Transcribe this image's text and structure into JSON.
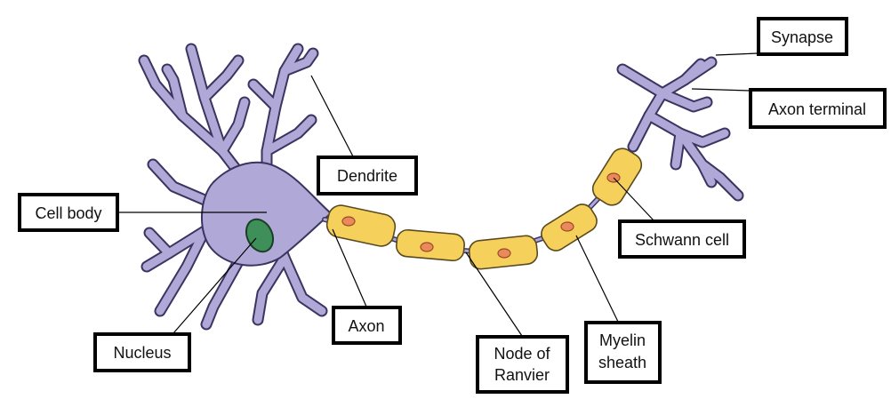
{
  "labels": {
    "synapse": "Synapse",
    "axon_terminal": "Axon terminal",
    "dendrite": "Dendrite",
    "cell_body": "Cell body",
    "schwann_cell": "Schwann cell",
    "axon": "Axon",
    "nucleus": "Nucleus",
    "node_of_ranvier_line1": "Node of",
    "node_of_ranvier_line2": "Ranvier",
    "myelin_sheath_line1": "Myelin",
    "myelin_sheath_line2": "sheath"
  },
  "colors": {
    "neuron": "#b0a8d6",
    "myelin": "#f5d15c",
    "nucleus": "#3f8f5a",
    "schwann_nucleus": "#e88a5a"
  }
}
